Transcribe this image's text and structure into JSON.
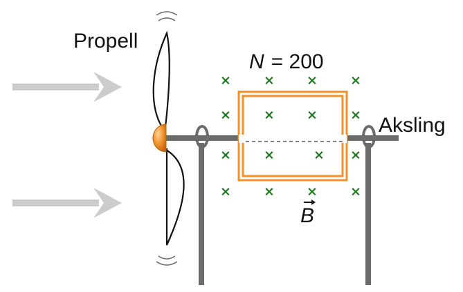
{
  "labels": {
    "propeller": "Propell",
    "turns_symbol": "N",
    "turns_equals": "= 200",
    "axle": "Aksling",
    "field_symbol": "B"
  },
  "field": {
    "mark_glyph": "×",
    "direction": "into-page",
    "mark_color": "#1d7a1d"
  },
  "colors": {
    "wind_arrow": "#cccccc",
    "coil": "#f0922a",
    "hub": "#f0922a",
    "frame": "#6b6b6b",
    "blade": "#111111"
  }
}
